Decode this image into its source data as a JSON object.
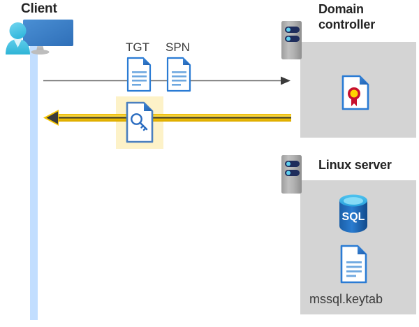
{
  "diagram": {
    "type": "kerberos-authentication-flow",
    "client": {
      "title": "Client",
      "icon": "user-with-monitor-icon",
      "lifeline_color": "#c2deff"
    },
    "messages": [
      {
        "id": "request",
        "direction": "client-to-domain-controller",
        "line_color": "#6b6b6b",
        "arrow_color": "#3b3b3b",
        "documents": [
          {
            "label": "TGT",
            "icon": "document-icon"
          },
          {
            "label": "SPN",
            "icon": "document-icon"
          }
        ]
      },
      {
        "id": "response",
        "direction": "domain-controller-to-client",
        "line_color": "#f5c400",
        "highlight_color": "#fdf2c8",
        "documents": [
          {
            "label": "",
            "icon": "key-document-icon"
          }
        ]
      }
    ],
    "domain_controller": {
      "title": "Domain controller",
      "title_lines": [
        "Domain",
        "controller"
      ],
      "server_icon": "server-rack-icon",
      "panel_color": "#d4d4d4",
      "contents": [
        {
          "icon": "certificate-document-icon",
          "label": ""
        }
      ]
    },
    "linux_server": {
      "title": "Linux server",
      "server_icon": "server-rack-icon",
      "panel_color": "#d4d4d4",
      "contents": [
        {
          "icon": "sql-database-icon",
          "label": "SQL"
        },
        {
          "icon": "document-icon",
          "label": "mssql.keytab"
        }
      ]
    },
    "colors": {
      "accent_blue": "#2a7bd4",
      "doc_fold": "#2a6cc0",
      "panel_gray": "#d4d4d4",
      "yellow": "#f5c400",
      "highlight": "#fdf2c8",
      "seal_red": "#c8102e",
      "seal_yellow": "#ffd400",
      "sql_blue": "#1f62ad"
    }
  }
}
